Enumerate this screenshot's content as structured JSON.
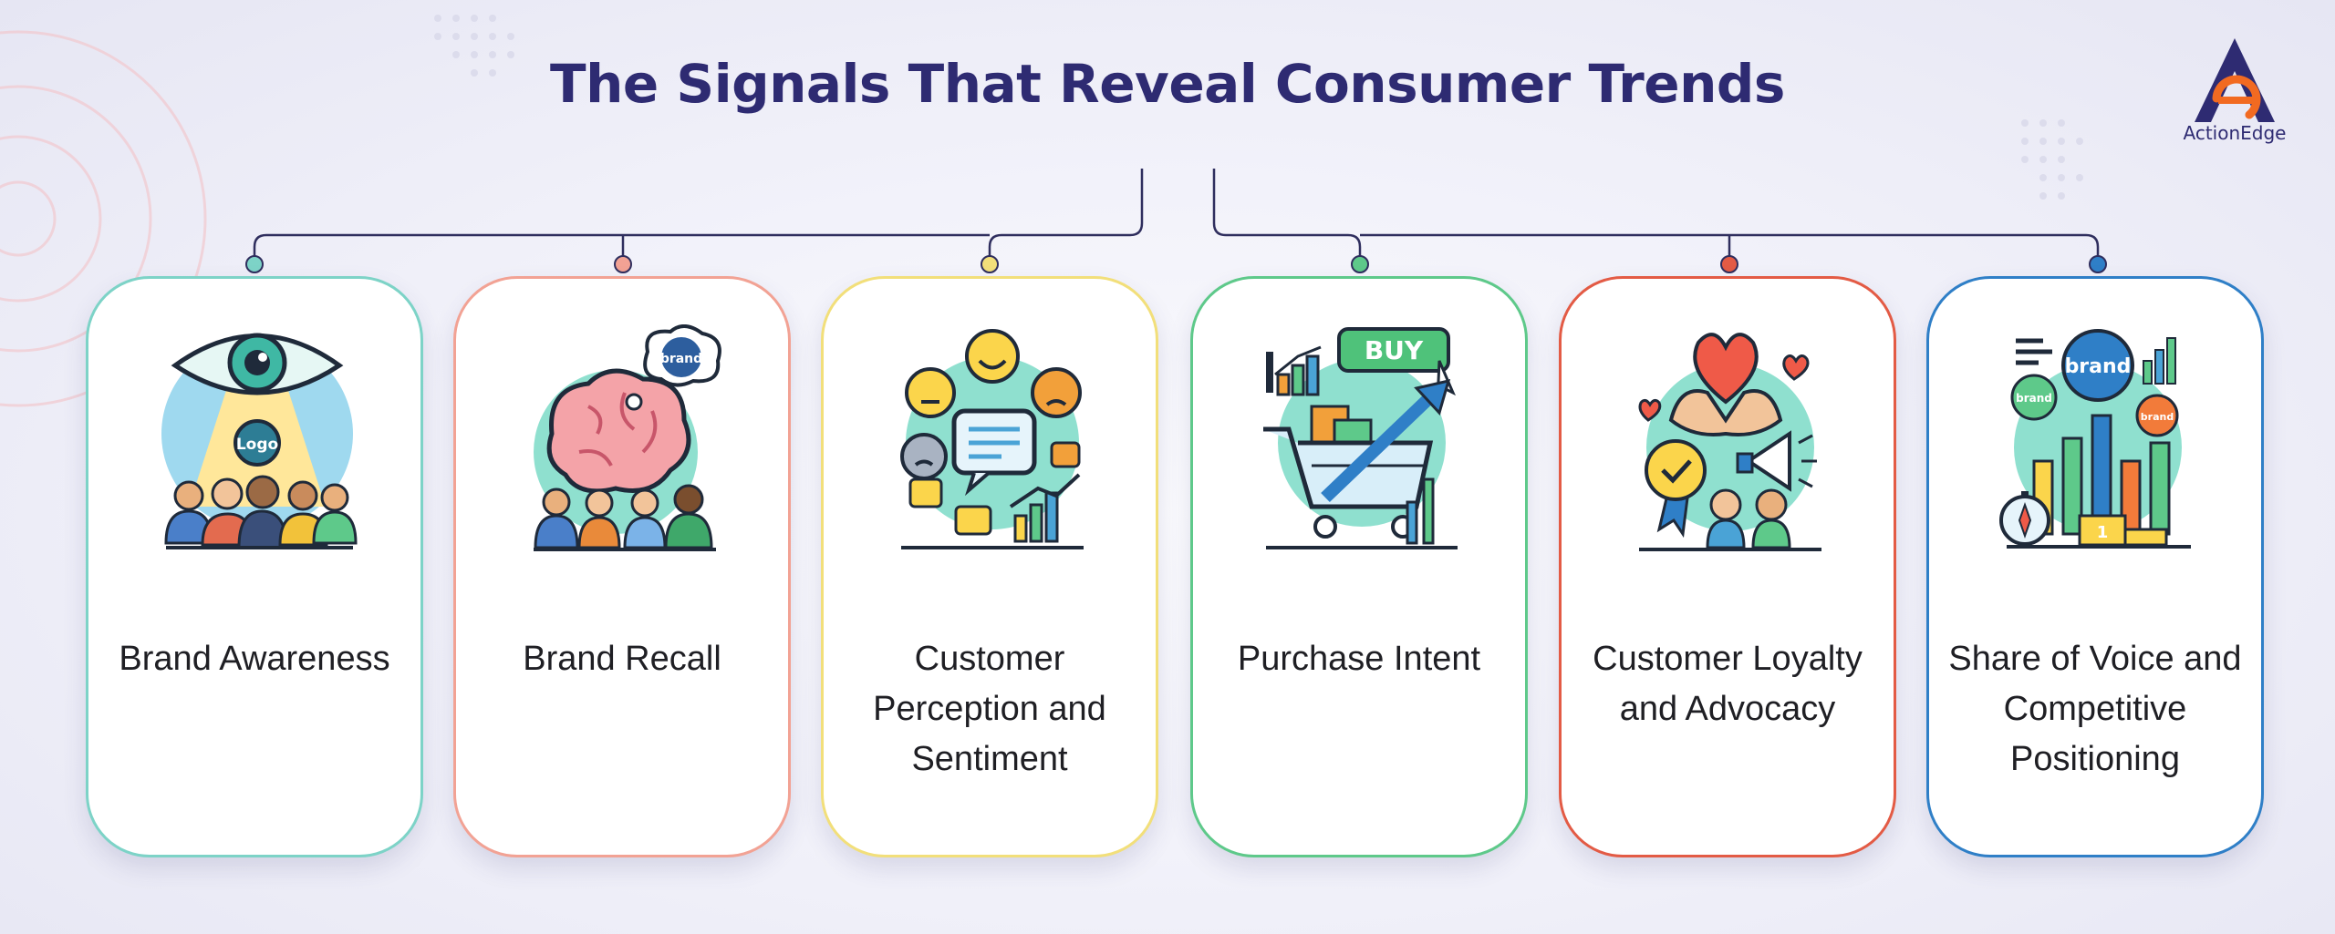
{
  "title": "The Signals That Reveal Consumer Trends",
  "logo": {
    "name": "ActionEdge",
    "primary_color": "#2e2b72",
    "accent_color": "#f26a21"
  },
  "cards": [
    {
      "label": "Brand Awareness",
      "icon": "eye-audience-icon",
      "color": "#7dd3c7",
      "icon_text": {
        "logo": "Logo"
      }
    },
    {
      "label": "Brand Recall",
      "icon": "brain-thought-icon",
      "color": "#f2a294",
      "icon_text": {
        "bubble": "brand"
      }
    },
    {
      "label": "Customer Perception and Sentiment",
      "icon": "sentiment-icon",
      "color": "#f2df7a"
    },
    {
      "label": "Purchase Intent",
      "icon": "shopping-cart-icon",
      "color": "#5ec98a",
      "icon_text": {
        "buy": "BUY"
      }
    },
    {
      "label": "Customer Loyalty and Advocacy",
      "icon": "loyalty-heart-icon",
      "color": "#e35b45"
    },
    {
      "label": "Share of Voice and Competitive Positioning",
      "icon": "share-of-voice-icon",
      "color": "#2f7fc7",
      "icon_text": {
        "big": "brand",
        "left": "brand",
        "right": "brand",
        "podium": "1"
      }
    }
  ]
}
